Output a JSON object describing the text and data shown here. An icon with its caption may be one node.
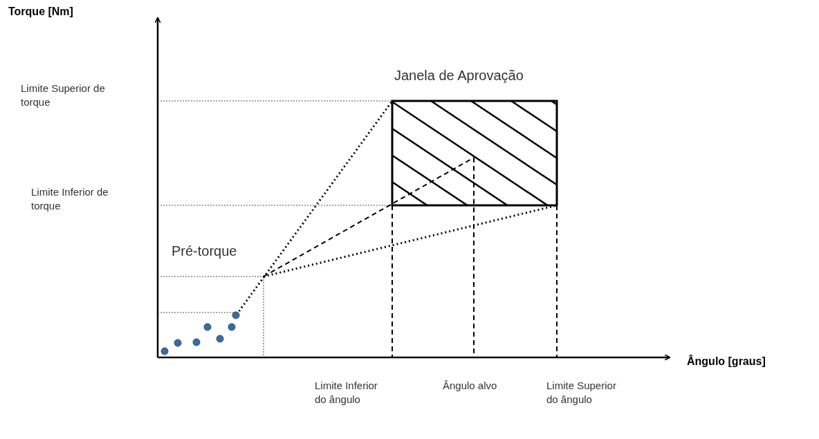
{
  "diagram": {
    "nodes": [
      {
        "text": [
          "Janela de Aprovação"
        ]
      }
    ],
    "labels": [
      "Torque [Nm]",
      "Limite Superior de torque",
      "Limite Inferior de torque",
      "Pré-torque",
      "Ângulo [graus]",
      "Limite Inferior do ângulo",
      "Ângulo alvo",
      "Limite Superior do ângulo"
    ]
  }
}
